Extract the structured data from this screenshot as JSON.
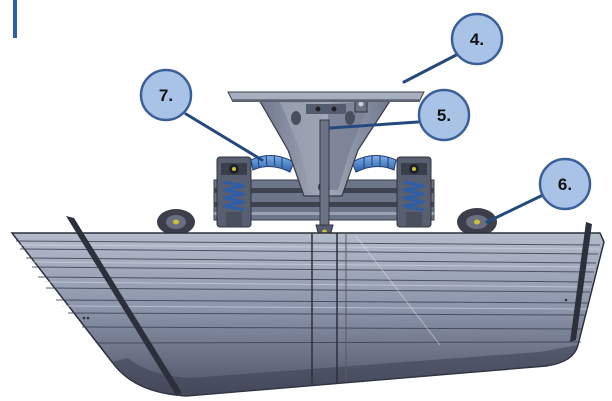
{
  "callouts": [
    {
      "id": "c4",
      "label": "4."
    },
    {
      "id": "c5",
      "label": "5."
    },
    {
      "id": "c6",
      "label": "6."
    },
    {
      "id": "c7",
      "label": "7."
    }
  ],
  "colors": {
    "accent_bar": "#2f5fa8",
    "callout_fill": "#a9c3e6",
    "callout_stroke": "#3a5f99",
    "leader_line": "#24497e",
    "hull_metal": "#8e96ab",
    "spring_blue": "#3f79c7"
  }
}
